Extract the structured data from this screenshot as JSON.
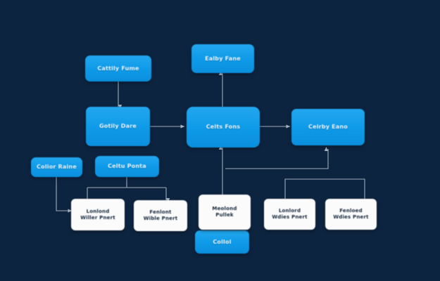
{
  "diagram": {
    "title": "flowchart",
    "background_color": "#0d2440",
    "node_blue_color": "#11a0ea",
    "node_white_color": "#fbfbfb",
    "edge_color": "#a9b6c4",
    "nodes": {
      "top_left": {
        "label": "Cattily Fume"
      },
      "top_center": {
        "label": "Ealby Fane"
      },
      "mid_left": {
        "label": "Gotily Dare"
      },
      "mid_center": {
        "label": "Celts Fons"
      },
      "mid_right": {
        "label": "Ceirby Eano"
      },
      "low_left_a": {
        "label": "Colior Raine"
      },
      "low_left_b": {
        "label": "Celtu Ponta"
      },
      "white_1": {
        "line1": "Lonlond",
        "line2": "Willer Pnert"
      },
      "white_2": {
        "line1": "Fenlont",
        "line2": "Wible Pnert"
      },
      "white_3": {
        "line1": "Meolond",
        "line2": "Pullek"
      },
      "white_4": {
        "line1": "Lonlord",
        "line2": "Wdies Pnert"
      },
      "white_5": {
        "line1": "Fenloed",
        "line2": "Wdies Pnert"
      },
      "bottom_blue": {
        "label": "Collol"
      }
    }
  }
}
